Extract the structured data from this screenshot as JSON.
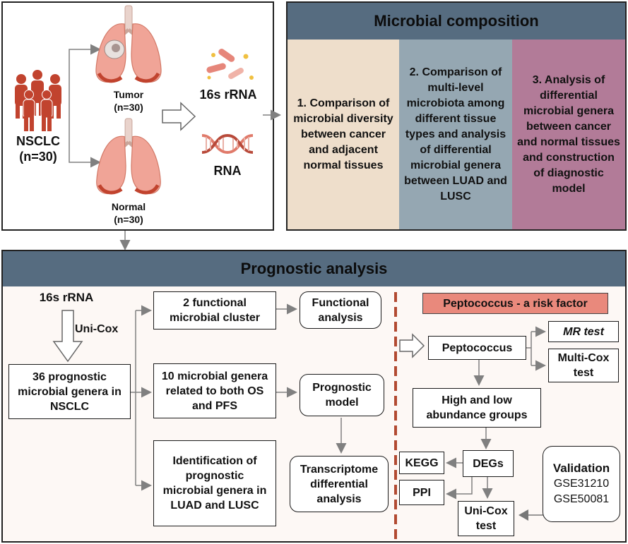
{
  "top_left": {
    "nsclc_label": "NSCLC",
    "nsclc_n": "(n=30)",
    "tumor_label": "Tumor",
    "tumor_n": "(n=30)",
    "normal_label": "Normal",
    "normal_n": "(n=30)",
    "rrna_label": "16s rRNA",
    "rna_label": "RNA"
  },
  "microbial_composition": {
    "title": "Microbial composition",
    "columns": [
      {
        "text": "1. Comparison of microbial diversity between cancer and adjacent normal tissues",
        "color": "#eedecb"
      },
      {
        "text": "2. Comparison of multi-level microbiota among different tissue types and analysis of differential microbial genera between LUAD and LUSC",
        "color": "#95a7b2"
      },
      {
        "text": "3. Analysis of differential microbial genera between cancer and normal tissues and construction of diagnostic model",
        "color": "#b27b98"
      }
    ]
  },
  "prognostic": {
    "title": "Prognostic analysis",
    "rrna_label": "16s rRNA",
    "unicox_label": "Uni-Cox",
    "genera_box": "36 prognostic microbial genera in NSCLC",
    "cluster_box": "2 functional microbial cluster",
    "os_pfs_box": "10 microbial genera related to both OS and PFS",
    "luad_lusc_box": "Identification of prognostic microbial genera in LUAD and LUSC",
    "functional_box": "Functional analysis",
    "model_box": "Prognostic model",
    "transcriptome_box": "Transcriptome differential analysis",
    "risk_factor_banner": "Peptococcus - a risk factor",
    "peptococcus_box": "Peptococcus",
    "mr_test_box": "MR test",
    "multicox_box": "Multi-Cox test",
    "abundance_box": "High and low abundance groups",
    "kegg_box": "KEGG",
    "degs_box": "DEGs",
    "ppi_box": "PPI",
    "unicox_test_box": "Uni-Cox test",
    "validation": {
      "title": "Validation",
      "datasets": [
        "GSE31210",
        "GSE50081"
      ]
    }
  },
  "colors": {
    "header_bg": "#566c80",
    "body_bg": "#fdf8f5",
    "risk_banner": "#e9897c",
    "dashed_line": "#b24a31",
    "arrow_gray": "#808080",
    "figure_red": "#c1432e",
    "lung_pink": "#f0a497"
  }
}
